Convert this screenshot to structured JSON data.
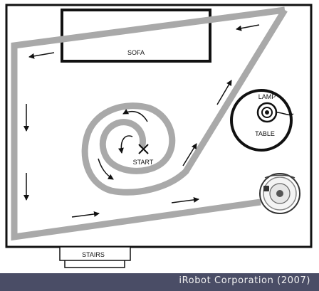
{
  "labels": {
    "sofa": "SOFA",
    "lamp": "LAMP",
    "table": "TABLE",
    "start": "START",
    "stairs": "STAIRS"
  },
  "credit": "iRobot Corporation (2007)",
  "colors": {
    "path": "#a9a9a9",
    "line": "#111111",
    "footer": "#4a4d66",
    "footer_text": "#f2f2f2"
  }
}
